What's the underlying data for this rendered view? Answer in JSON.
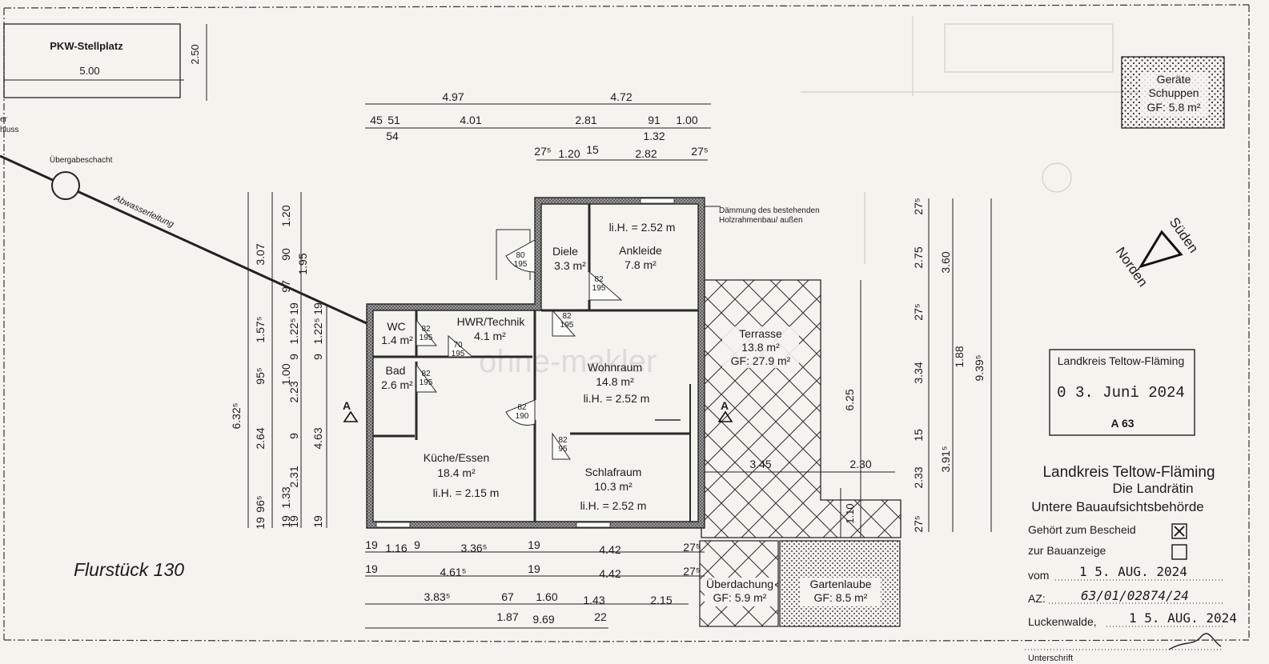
{
  "parking": {
    "label": "PKW-Stellplatz",
    "width": "5.00",
    "depth": "2.50"
  },
  "left_edge": {
    "line1": "er",
    "line2": "hluss"
  },
  "manhole": {
    "label": "Übergabeschacht"
  },
  "sewer": {
    "label": "Abwasserleitung"
  },
  "shed": {
    "line1": "Geräte",
    "line2": "Schuppen",
    "line3": "GF: 5.8 m²"
  },
  "compass": {
    "south": "Süden",
    "north": "Norden"
  },
  "insulation_note": {
    "line1": "Dämmung des bestehenden",
    "line2": "Holzrahmenbau/ außen"
  },
  "section_marker": "A",
  "rooms": {
    "diele": {
      "name": "Diele",
      "area": "3.3 m²"
    },
    "ankleide": {
      "name": "Ankleide",
      "area": "7.8 m²",
      "height": "li.H. = 2.52 m"
    },
    "wc": {
      "name": "WC",
      "area": "1.4 m²"
    },
    "hwr": {
      "name": "HWR/Technik",
      "area": "4.1 m²"
    },
    "bad": {
      "name": "Bad",
      "area": "2.6 m²"
    },
    "wohnraum": {
      "name": "Wohnraum",
      "area": "14.8 m²",
      "height": "li.H. = 2.52 m"
    },
    "kueche": {
      "name": "Küche/Essen",
      "area": "18.4 m²",
      "height": "li.H. = 2.15 m"
    },
    "schlafraum": {
      "name": "Schlafraum",
      "area": "10.3 m²",
      "height": "li.H. = 2.52 m"
    },
    "terrasse": {
      "name": "Terrasse",
      "area": "13.8 m²",
      "gf": "GF: 27.9 m²"
    },
    "ueberdachung": {
      "name": "Überdachung",
      "gf": "GF: 5.9 m²"
    },
    "gartenlaube": {
      "name": "Gartenlaube",
      "gf": "GF: 8.5 m²"
    }
  },
  "doors": {
    "d1": {
      "w": "80",
      "h": "195"
    },
    "d2": {
      "w": "82",
      "h": "195"
    },
    "d3": {
      "w": "82",
      "h": "195"
    },
    "d4": {
      "w": "82",
      "h": "195"
    },
    "d5": {
      "w": "70",
      "h": "195"
    },
    "d6": {
      "w": "82",
      "h": "195"
    },
    "d7": {
      "w": "82",
      "h": "190"
    },
    "d8": {
      "w": "82",
      "h": "95"
    }
  },
  "dims_top": {
    "row1": [
      "4.97",
      "4.72"
    ],
    "row2": [
      "45",
      "51",
      "4.01",
      "2.81",
      "91",
      "1.00"
    ],
    "row2_sub": [
      "54",
      "1.32"
    ],
    "row3": [
      "27⁵",
      "1.20",
      "15",
      "2.82",
      "27⁵"
    ]
  },
  "dims_left": {
    "outer": "6.32⁵",
    "col_a": [
      "3.07",
      "1.57⁵",
      "95⁵",
      "2.64",
      "96⁵",
      "19"
    ],
    "col_b": [
      "1.20",
      "90",
      "97",
      "1.00",
      "1.33",
      "19"
    ],
    "col_c": [
      "1.95",
      "19",
      "1.22⁵",
      "9",
      "2.23",
      "9",
      "2.31",
      "19"
    ],
    "col_d": [
      "19",
      "1.22⁵",
      "9",
      "4.63",
      "19"
    ]
  },
  "dims_right": {
    "col_a": [
      "27⁵",
      "2.75",
      "27⁵",
      "3.34",
      "15",
      "2.33",
      "27⁵"
    ],
    "col_b": [
      "3.60",
      "1.88",
      "3.91⁵"
    ],
    "col_c": "9.39⁵"
  },
  "dims_bottom": {
    "row1": [
      "19",
      "1.16",
      "9",
      "3.36⁵",
      "19",
      "4.42",
      "27⁵"
    ],
    "row2": [
      "19",
      "4.61⁵",
      "19",
      "4.42",
      "27⁵"
    ],
    "row3": [
      "3.83⁵",
      "67",
      "1.60",
      "1.43",
      "2.15"
    ],
    "row4": [
      "1.87",
      "9.69",
      "22"
    ]
  },
  "dims_terrace": {
    "height": "6.25",
    "w1": "3.45",
    "w2": "2.30",
    "small": "1.10"
  },
  "parcel": "Flurstück 130",
  "watermark": "ohne-makler",
  "stamp_box": {
    "title": "Landkreis Teltow-Fläming",
    "date": "0 3. Juni 2024",
    "code": "A 63"
  },
  "authority": {
    "line1": "Landkreis Teltow-Fläming",
    "line2": "Die Landrätin",
    "line3": "Untere Bauaufsichtsbehörde",
    "check1": "Gehört zum Bescheid",
    "check2": "zur Bauanzeige",
    "vom_label": "vom",
    "vom_value": "1 5. AUG. 2024",
    "az_label": "AZ:",
    "az_value": "63/01/02874/24",
    "place_label": "Luckenwalde,",
    "place_value": "1 5. AUG. 2024",
    "signature_label": "Unterschrift"
  }
}
